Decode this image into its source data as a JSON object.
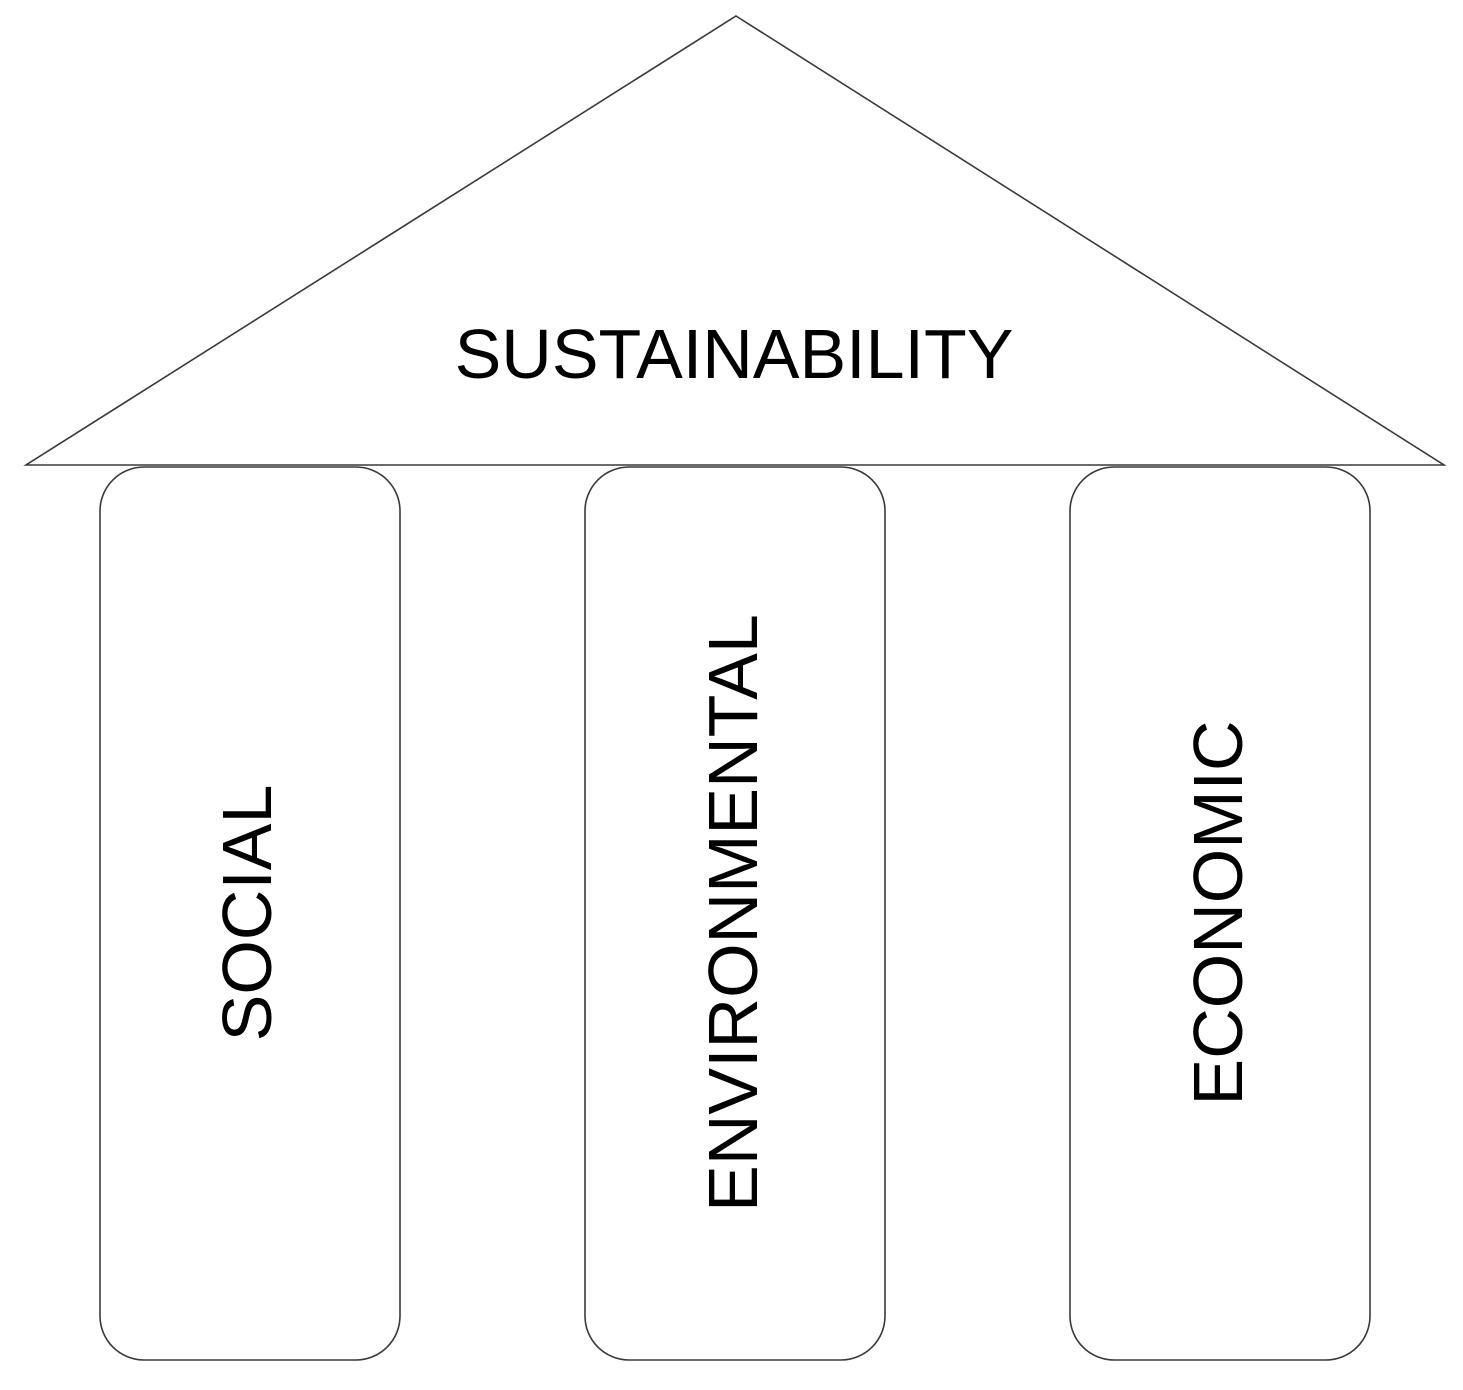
{
  "roof": {
    "label": "SUSTAINABILITY"
  },
  "pillars": [
    {
      "label": "SOCIAL"
    },
    {
      "label": "ENVIRONMENTAL"
    },
    {
      "label": "ECONOMIC"
    }
  ],
  "colors": {
    "stroke": "#3a3a3a",
    "fill": "#ffffff",
    "text": "#000000"
  }
}
